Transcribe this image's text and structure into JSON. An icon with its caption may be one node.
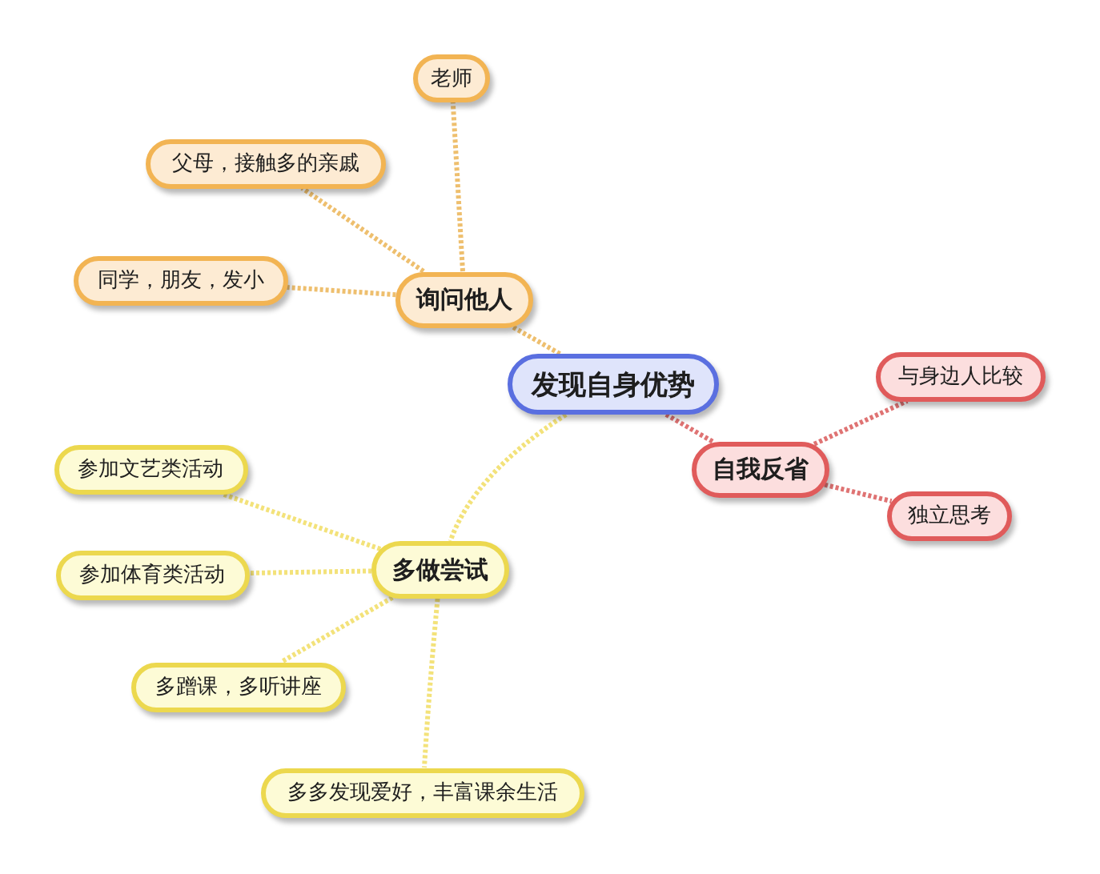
{
  "diagram": {
    "nodes": [
      {
        "text": [
          "发现自身优势"
        ]
      },
      {
        "text": [
          "询问他人"
        ]
      },
      {
        "text": [
          "老师"
        ]
      },
      {
        "text": [
          "父母，接触多的亲戚"
        ]
      },
      {
        "text": [
          "同学，朋友，发小"
        ]
      },
      {
        "text": [
          "自我反省"
        ]
      },
      {
        "text": [
          "与身边人比较"
        ]
      },
      {
        "text": [
          "独立思考"
        ]
      },
      {
        "text": [
          "多做尝试"
        ]
      },
      {
        "text": [
          "参加文艺类活动"
        ]
      },
      {
        "text": [
          "参加体育类活动"
        ]
      },
      {
        "text": [
          "多蹭课，多听讲座"
        ]
      },
      {
        "text": [
          "多多发现爱好，丰富课余生活"
        ]
      }
    ],
    "edges": [
      {
        "from": 0,
        "to": 1,
        "arrow": "none",
        "color": "#eebf6e"
      },
      {
        "from": 1,
        "to": 2,
        "arrow": "none",
        "color": "#eebf6e"
      },
      {
        "from": 1,
        "to": 3,
        "arrow": "none",
        "color": "#eebf6e"
      },
      {
        "from": 1,
        "to": 4,
        "arrow": "none",
        "color": "#eebf6e"
      },
      {
        "from": 0,
        "to": 5,
        "arrow": "none",
        "color": "#df7373"
      },
      {
        "from": 5,
        "to": 6,
        "arrow": "none",
        "color": "#df7373"
      },
      {
        "from": 5,
        "to": 7,
        "arrow": "none",
        "color": "#df7373"
      },
      {
        "from": 0,
        "to": 8,
        "arrow": "none",
        "color": "#f3e27a"
      },
      {
        "from": 8,
        "to": 9,
        "arrow": "none",
        "color": "#f3e27a"
      },
      {
        "from": 8,
        "to": 10,
        "arrow": "none",
        "color": "#f3e27a"
      },
      {
        "from": 8,
        "to": 11,
        "arrow": "none",
        "color": "#f3e27a"
      },
      {
        "from": 8,
        "to": 12,
        "arrow": "none",
        "color": "#f3e27a"
      }
    ]
  }
}
